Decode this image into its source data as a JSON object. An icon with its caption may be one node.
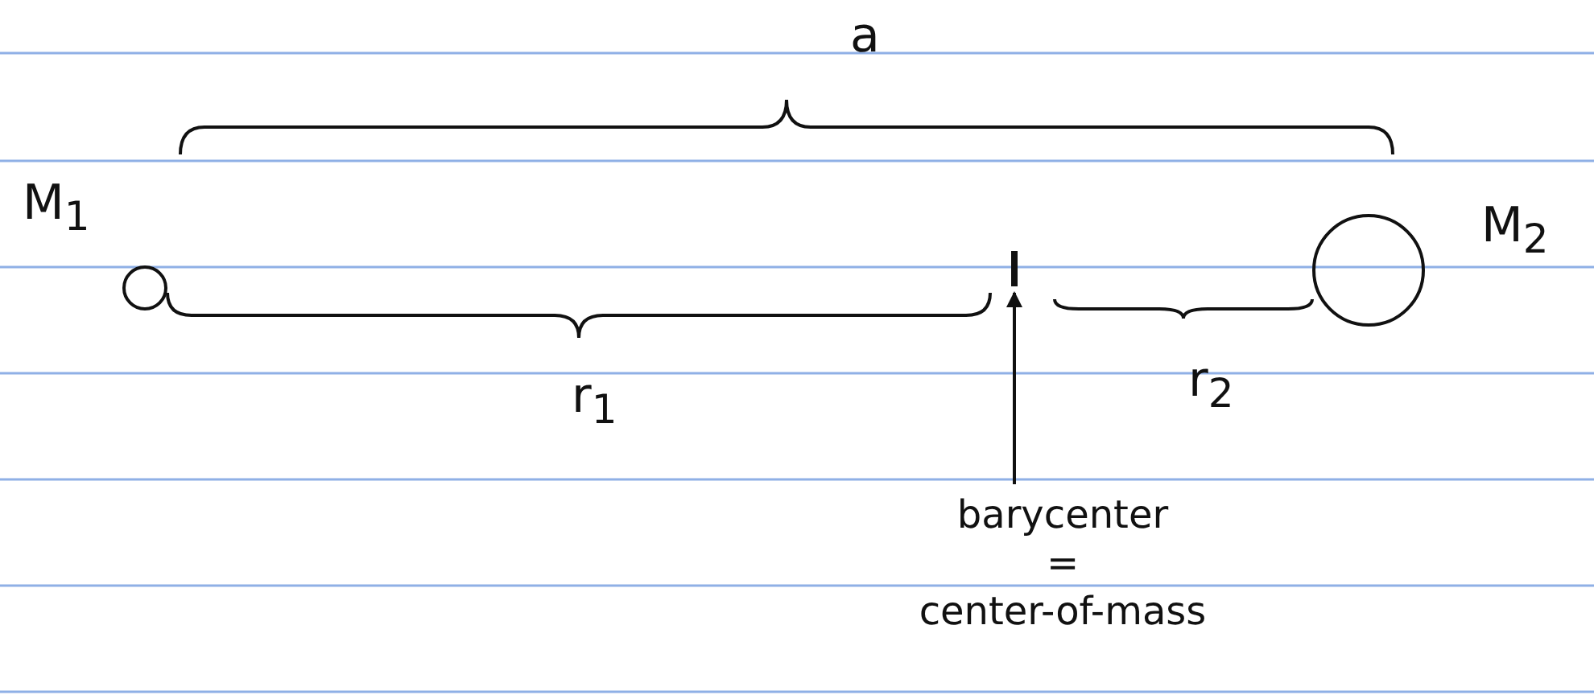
{
  "diagram": {
    "nodes": [
      {
        "text": [],
        "shape": "circle",
        "beside": [
          "M$_{1}$"
        ]
      },
      {
        "text": [],
        "shape": "circle",
        "beside": [
          "M$_{2}$"
        ]
      },
      {
        "text": [],
        "shape": "bar"
      },
      {
        "text": [
          "barycenter = center-of-mass"
        ]
      }
    ],
    "edges": [
      {
        "from": 3,
        "to": 2,
        "arrow": "to"
      }
    ],
    "labels": [
      "a",
      "r$_{1}$",
      "r$_{2}$"
    ]
  }
}
